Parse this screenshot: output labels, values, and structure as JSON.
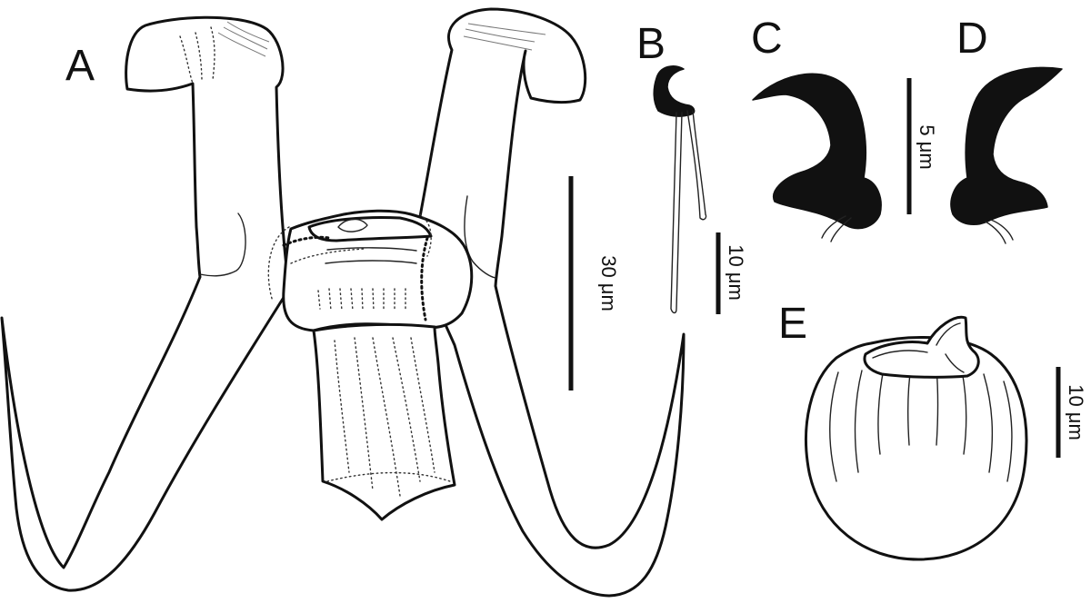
{
  "panels": {
    "a": {
      "label": "A"
    },
    "b": {
      "label": "B"
    },
    "c": {
      "label": "C"
    },
    "d": {
      "label": "D"
    },
    "e": {
      "label": "E"
    }
  },
  "scale_bars": {
    "a": {
      "label": "30 μm",
      "length_um": 30
    },
    "b": {
      "label": "10 μm",
      "length_um": 10
    },
    "cd": {
      "label": "5 μm",
      "length_um": 5
    },
    "e": {
      "label": "10 μm",
      "length_um": 10
    }
  }
}
